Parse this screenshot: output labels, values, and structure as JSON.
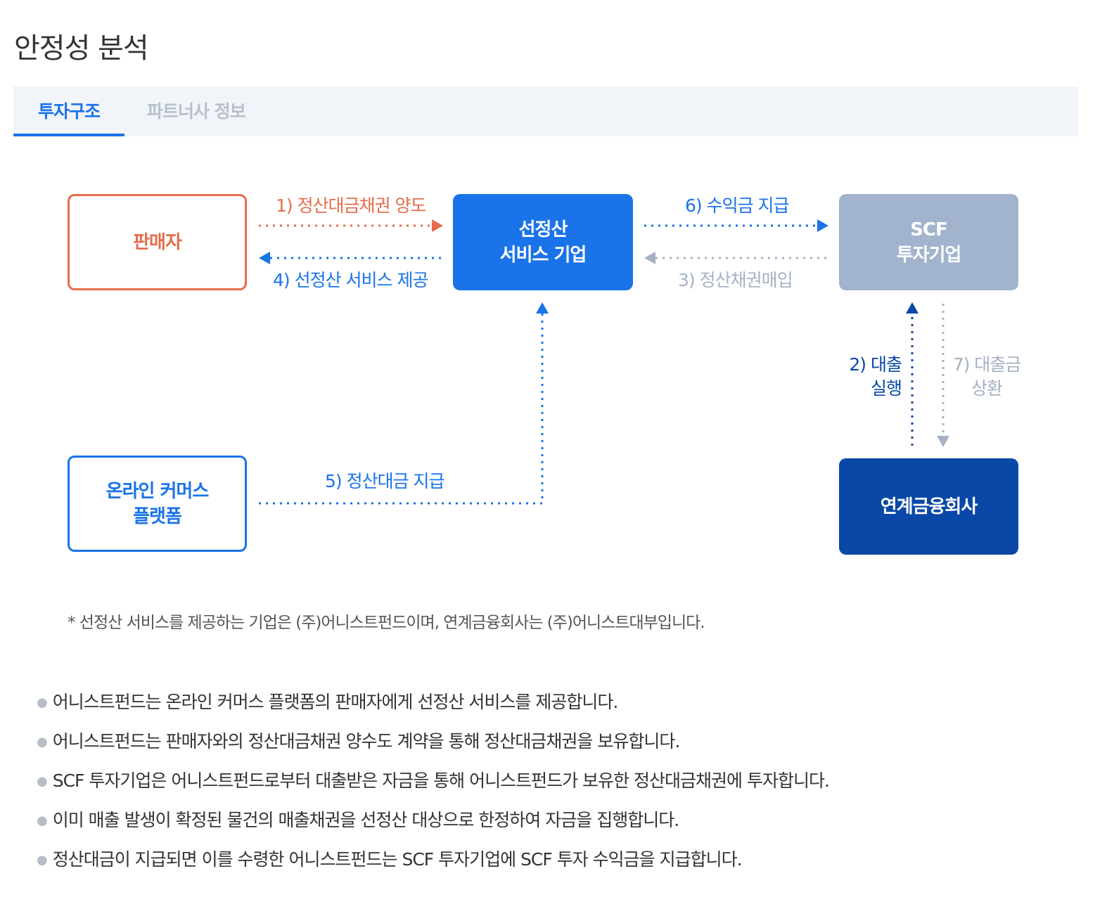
{
  "page": {
    "title": "안정성 분석"
  },
  "tabs": [
    {
      "label": "투자구조",
      "active": true
    },
    {
      "label": "파트너사 정보",
      "active": false
    }
  ],
  "diagram": {
    "nodes": {
      "seller": "판매자",
      "platform": "온라인 커머스\n플랫폼",
      "service": "선정산\n서비스 기업",
      "scf": "SCF\n투자기업",
      "finance": "연계금융회사"
    },
    "edges": {
      "e1": "1) 정산대금채권 양도",
      "e2": "2) 대출\n실행",
      "e3": "3) 정산채권매입",
      "e4": "4) 선정산 서비스 제공",
      "e5": "5) 정산대금 지급",
      "e6": "6) 수익금 지급",
      "e7": "7) 대출금\n상환"
    }
  },
  "colors": {
    "orange": "#e56d4b",
    "blue": "#1a73e8",
    "gray": "#a2b3cd",
    "navy": "#0a48a8"
  },
  "footnote": "* 선정산 서비스를 제공하는 기업은 (주)어니스트펀드이며, 연계금융회사는 (주)어니스트대부입니다.",
  "bullets": [
    "어니스트펀드는 온라인 커머스 플랫폼의 판매자에게 선정산 서비스를 제공합니다.",
    "어니스트펀드는 판매자와의 정산대금채권 양수도 계약을 통해 정산대금채권을 보유합니다.",
    "SCF 투자기업은 어니스트펀드로부터 대출받은 자금을 통해 어니스트펀드가 보유한 정산대금채권에 투자합니다.",
    "이미 매출 발생이 확정된 물건의 매출채권을 선정산 대상으로 한정하여 자금을 집행합니다.",
    "정산대금이 지급되면 이를 수령한 어니스트펀드는 SCF 투자기업에 SCF 투자 수익금을 지급합니다."
  ]
}
